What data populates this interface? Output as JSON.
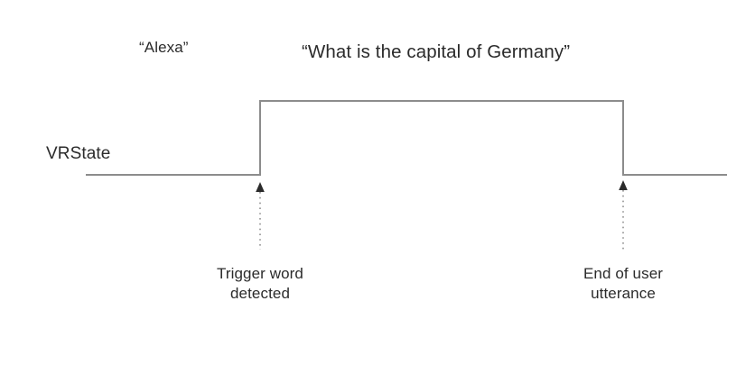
{
  "diagram": {
    "title_text": "",
    "background_color": "#ffffff",
    "signal": {
      "label": "VRState",
      "line_color": "#8c8c8c",
      "line_width": 2
    },
    "speech": {
      "wake_word": "“Alexa”",
      "user_query": "“What is the capital of Germany”"
    },
    "events": [
      {
        "id": "trigger-word-detected",
        "caption_line1": "Trigger word",
        "caption_line2": "detected",
        "marker": "up-arrow-icon",
        "x": 288
      },
      {
        "id": "end-of-user-utterance",
        "caption_line1": "End of user",
        "caption_line2": "utterance",
        "marker": "up-arrow-icon",
        "x": 690
      }
    ],
    "text_color": "#2b2b2b",
    "arrow_color": "#2b2b2b",
    "dotted_color": "#9a9a9a"
  },
  "chart_data": {
    "type": "line",
    "title": "",
    "xlabel": "",
    "ylabel": "VRState",
    "series": [
      {
        "name": "VRState",
        "points": [
          {
            "x": 95,
            "y": 0
          },
          {
            "x": 288,
            "y": 0
          },
          {
            "x": 288,
            "y": 1
          },
          {
            "x": 690,
            "y": 1
          },
          {
            "x": 690,
            "y": 0
          },
          {
            "x": 805,
            "y": 0
          }
        ]
      }
    ],
    "ylim": [
      0,
      1
    ],
    "grid": false,
    "legend": "none",
    "annotations": [
      {
        "text": "“Alexa”",
        "x": 194,
        "y": 57
      },
      {
        "text": "“What is the capital of Germany”",
        "x": 502,
        "y": 62
      },
      {
        "text": "Trigger word detected",
        "x": 288,
        "y": 318
      },
      {
        "text": "End of user utterance",
        "x": 690,
        "y": 318
      }
    ]
  }
}
